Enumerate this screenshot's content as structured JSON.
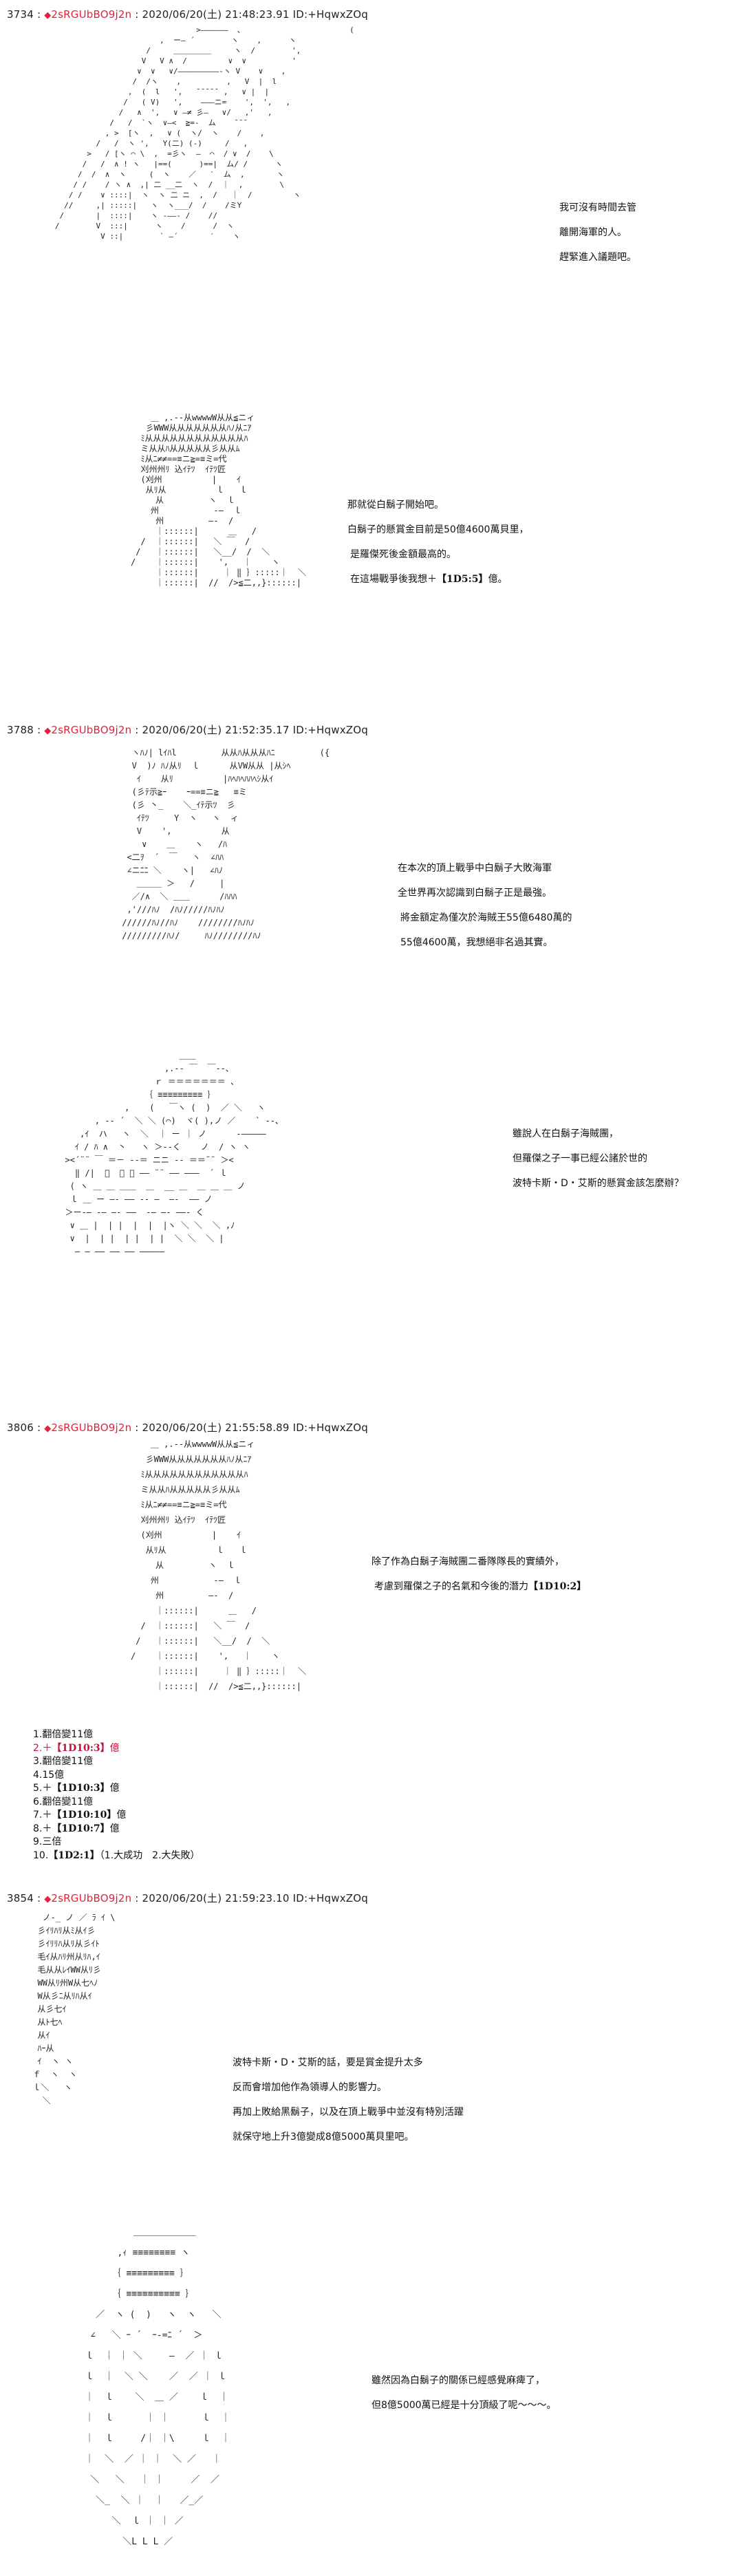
{
  "posts": [
    {
      "number": "3734",
      "sep": ":",
      "trip": "2sRGUbBO9j2n",
      "datetime": "2020/06/20(土) 21:48:23.91",
      "id": "ID:+HqwxZOq",
      "dialog": [
        "我可沒有時間去管",
        "離開海軍的人。",
        "趕緊進入議題吧。"
      ]
    },
    {
      "dialog": [
        "那就從白鬍子開始吧。",
        "白鬍子的懸賞金目前是50億4600萬貝里，",
        "是羅傑死後金額最高的。"
      ],
      "dice_line": {
        "prefix": "在這場戰爭後我想＋",
        "dice": "【1D5:5】",
        "suffix": "億。"
      }
    },
    {
      "number": "3788",
      "sep": ":",
      "trip": "2sRGUbBO9j2n",
      "datetime": "2020/06/20(土) 21:52:35.17",
      "id": "ID:+HqwxZOq",
      "dialog": [
        "在本次的頂上戰爭中白鬍子大敗海軍",
        "全世界再次認識到白鬍子正是最強。",
        "將金額定為僅次於海賊王55億6480萬的",
        "55億4600萬，我想絕非名過其實。"
      ]
    },
    {
      "dialog": [
        "雖說人在白鬍子海賊團，",
        "但羅傑之子一事已經公諸於世的",
        "波特卡斯・D・艾斯的懸賞金該怎麼辦？"
      ]
    },
    {
      "number": "3806",
      "sep": ":",
      "trip": "2sRGUbBO9j2n",
      "datetime": "2020/06/20(土) 21:55:58.89",
      "id": "ID:+HqwxZOq",
      "dialog": [
        "除了作為白鬍子海賊團二番隊隊長的實績外，"
      ],
      "dice_line": {
        "prefix": "考慮到羅傑之子的名氣和今後的潛力",
        "dice": "【1D10:2】",
        "suffix": ""
      },
      "choices": [
        {
          "text": "1.翻倍變11億"
        },
        {
          "prefix": "2.＋",
          "dice": "【1D10:3】",
          "suffix": "億",
          "selected": true
        },
        {
          "text": "3.翻倍變11億"
        },
        {
          "text": "4.15億"
        },
        {
          "prefix": "5.＋",
          "dice": "【1D10:3】",
          "suffix": "億"
        },
        {
          "text": "6.翻倍變11億"
        },
        {
          "prefix": "7.＋",
          "dice": "【1D10:10】",
          "suffix": "億"
        },
        {
          "prefix": "8.＋",
          "dice": "【1D10:7】",
          "suffix": "億"
        },
        {
          "text": "9.三倍"
        },
        {
          "prefix": "10.",
          "dice": "【1D2:1】",
          "suffix": "（1.大成功　2.大失敗）"
        }
      ]
    },
    {
      "number": "3854",
      "sep": ":",
      "trip": "2sRGUbBO9j2n",
      "datetime": "2020/06/20(土) 21:59:23.10",
      "id": "ID:+HqwxZOq",
      "dialog": [
        "波特卡斯・D・艾斯的話，要是賞金提升太多",
        "反而會增加他作為領導人的影響力。",
        "再加上敗給黑鬍子，以及在頂上戰爭中並沒有特別活躍",
        "就保守地上升3億變成8億5000萬貝里吧。"
      ]
    },
    {
      "dialog": [
        "雖然因為白鬍子的關係已經感覺麻痺了，",
        "但8億5000萬已經是十分頂級了呢～～～。"
      ]
    }
  ],
  "symbols": {
    "diamond": "◆"
  },
  "colors": {
    "trip": "#e0223a",
    "selected_choice": "#c0143c",
    "text": "#111111",
    "background": "#ffffff"
  },
  "art": {
    "a1": "                                  >――――――  、                       (\n                          ,  ー― ´        ヽ    ,      ヽ\n                       /     ＿＿＿＿＿     ヽ  /        ',\n                      V   V ∧  /         ∨  ∨          '\n                     ∨  ∨   ∨/―――――――――‐ヽ V    ∨    ,\n                    /  /ヽ    ,          ,   V  |  l\n                   ,  (  l   ',   ̄ ̄ ̄ ̄ ̄  ,   ∨ |  |\n                  /   ( V)   ',    ―――ニ=    ',  ',   ,\n                 /   ∧  ',   ∨ ―≠ 彡―   ∨/   ,'   ,\n               /   /  `ヽ  ∨―<  ≧=‐  ム    ̄ ̄ ̄\n              , >  [ヽ  ,   ∨ (  ヽ/  ヽ    /    ,\n            /   /  ヽ ',   Y(二) (‐)     /   ,\n          >   / [ヽ ⌒ \\  ,  =彡ヽ  ―  ⌒  / ∨  /    \\\n         /   /  ∧ ! ヽ   |==(      )==|  ム/ /      ヽ\n        /  /  ∧  ヽ     (  ヽ    ／   ′  ム  ,       ヽ\n       / /    / ヽ ∧  ,| 二 __二  ヽ  /  ｜  ,        \\\n      / /    ∨ ::::|  ヽ  ヽ 二 ニ  ,  /   ｜  /         ヽ\n     //     ,| :::::|   ヽ  ヽ___/  /    /ミY\n    /       |  ::::|    ヽ ‐――‐ /    //\n   /        V  :::|      ヽ    /      /  ヽ\n             V ::|        ` ―´       ′    ヽ",
    "a2": "    ＿ ,.-‐从wwwwW从从≦ニィ\n   彡WWW从从从从从从从ﾊﾉ从ﾆｱ\n  ﾐ从从从从从从从从从从从从ﾊ\n  ミ从从ﾊ从从从从从彡从从ﾑ\n  ﾐ从ﾆ≠≠==≡ニ≧=≡ミ=代\n  刈州州ﾘ 込ｲﾃﾂ  ｲﾃﾂ匠\n  (刈州          |    ｲ\n   从ﾘ从          ｌ   ｌ\n     从         ヽ  ｌ\n    州           ‐―  ｌ\n     州         ―‐  /\n     ｜::::::|      ＿   /\n  /  ｜::::::|   ＼ ￣  /\n /   ｜::::::|   ＼__/  /  ＼\n/    ｜::::::|    ',   ｜    ヽ\n     ｜::::::|     ｜ ‖ ｝:::::｜  ＼\n     ｜::::::|  //  />≦二,,}::::::|",
    "a3": "   ヽﾊﾉ| lｲﾊl         从从ﾊ从从从ﾊﾆ         ({\n   V  )ﾉ ﾊﾉ从ﾘ  ｌ      从VW从从 |从ｼﾍ\n    ｲ    从ﾘ          |ﾊﾍﾊﾍﾊﾊﾍｼ从ｲ\n   (彡ﾃ示≧ｰ    ｰ==≡ニ≧   ≡ミ\n   (彡 丶_    ＼_ｲﾃ示ﾂ  彡\n    ｲﾃﾂ     Υ  ヽ   ヽ  ィ\n    V    ',          从\n     ∨    ＿    ヽ   /ﾊ\n  <二ｦ  ´  ￣   ヽ  ∠ﾊﾊ\n  ∠ニﾆﾆ ＼    ヽ|   ∠ﾊﾉ\n    ＿＿＿ ＞   /     |\n   ／/∧  ＼ ＿＿      /ﾊﾊﾊ\n  ,'///ﾊﾉ  /ﾊﾉ/////ﾊﾉﾊﾉ\n //////ﾊﾉ//ﾊﾉ    ////////ﾊﾉﾊﾉ\n /////////ﾊﾉ/     ﾊﾉ////////ﾊﾉ",
    "a4": "                         ＿＿\n                      ,.-‐ ￣  ￣‐-､\n                    ｒ ＝＝＝＝＝＝＝ 、\n                  ｛ ≡≡≡≡≡≡≡≡≡ ｝\n              ,    (   ￣ヽ (  )  ／ ＼   ヽ\n        , -‐ ´  ＼ ＼ (⌒)  ヾ( ),ノ ／    ` ‐-､\n     ,ｲ  ハ   ヽ  ＼  ｜ ー ｜ ノ      ‐―――――\n    ｲ / ﾊ ∧  丶   ヽ ＞‐‐く    ノ  / ヽ ヽ\n  ><´¨¨ ￣ ＝－ ‐‐＝ ニニ ‐‐ ＝＝¨¨ ＞<\n    ‖ /|  ﾟ  ｰ ｰ ―― ¨¨ ―― ―――  ´ ｌ\n   ( ヽ ＿ ＿ ＿＿  ＿  __ ＿  ＿ ＿ ＿ ノ\n   ｌ ＿ ー ―‐ ―― ‐‐ ―  ―‐  ―― ノ\n  ＞ー‐― ‐― ―‐ ――  ‐― ―‐ ――‐ く\n   ∨ ＿ |  | |  |  |  |ヽ ＼ ＼  ＼ ,ﾉ\n   ∨  |  | |  | |  | |  ＼ ＼  ＼ |\n    ― ― ―― ―― ―― ―――――",
    "a5": "   ノ‐_ ノ ／ ﾗ ｲ \\\n  彡ｲﾘﾊﾘ从ﾐ从ｲ彡\n  彡ｲﾘﾘﾊ从ﾘ从彡ｲﾄ\n  毛ｲ从ﾊﾘ州从ﾘﾊ,ｲ\n  毛从从ﾚｲWW从ﾘ彡\n  WW从ﾘ州W从七ﾍﾉ\n  W从彡ﾆ从ﾘﾊ从ｲ\n  从彡七ｲ\n  从ﾄ七ﾍ\n  从ｲ\n  ﾊｰ从\n  ｲ  ヽ ヽ\n ｆ  ヽ  ヽ\n ｌ＼   ヽ\n   ＼",
    "a6": "            ＿＿＿＿＿＿＿\n         ,ｨ ≡≡≡≡≡≡≡≡ ヽ\n        ｛ ≡≡≡≡≡≡≡≡≡ ｝\n        ｛ ≡≡≡≡≡≡≡≡≡≡ ｝\n     ／  ヽ (  )   ヽ  ヽ   ＼\n    ∠   ＼ ｰ ´  ｰ‐=ﾆ ´  ＞\n   ｌ  ｜ ｜ ＼     ―  ／ ｜ ｌ\n   ｌ  ｜  ＼ ＼    ／  ／ ｜ ｌ\n   ｜  ｌ    ＼  ＿ ／    ｌ  ｜\n   ｜  ｌ      ｜ ｜      ｌ  ｜\n   ｜  ｌ     /｜ ｜\\     ｌ  ｜\n   ｜  ＼  ／ ｜ ｜  ＼ ／   ｜\n    ＼   ＼   ｜ ｜     ／  ／\n     ＼_  ＼ ｜  ｜   ／_／\n        ＼  ｌ ｜ ｜ ／\n          ＼L L L ／"
  }
}
